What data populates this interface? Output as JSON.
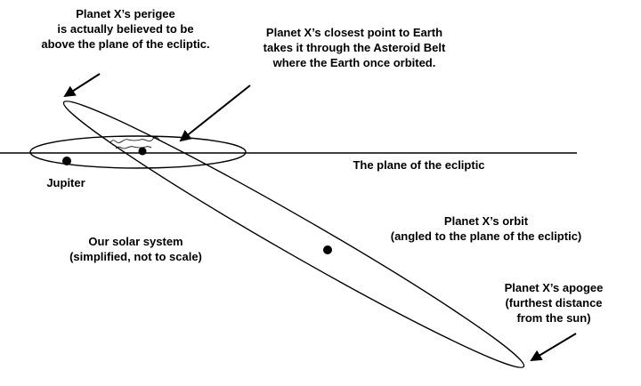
{
  "diagram": {
    "labels": {
      "perigee": {
        "line1": "Planet X’s perigee",
        "line2": "is actually believed to be",
        "line3": "above the plane of the ecliptic."
      },
      "closest_point": {
        "line1": "Planet X’s closest point to Earth",
        "line2": "takes it through the Asteroid Belt",
        "line3": "where the Earth once orbited."
      },
      "ecliptic_plane": "The plane of the ecliptic",
      "jupiter": "Jupiter",
      "solar_system": {
        "line1": "Our solar system",
        "line2": "(simplified, not to scale)"
      },
      "planet_x_orbit": {
        "line1": "Planet X’s orbit",
        "line2": "(angled to the plane of the ecliptic)"
      },
      "apogee": {
        "line1": "Planet X’s apogee",
        "line2": "(furthest distance",
        "line3": "from the sun)"
      }
    },
    "colors": {
      "ink": "#000000",
      "background": "#ffffff"
    }
  }
}
